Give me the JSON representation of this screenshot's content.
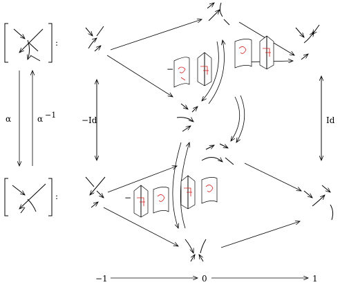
{
  "labels": {
    "colon": ":",
    "alpha": "α",
    "alpha_inverse": "α",
    "inverse_exp": "−1",
    "minus_id": "−Id",
    "id": "Id",
    "axis_left": "−1",
    "axis_mid": "0",
    "axis_right": "1",
    "foam_minus_top": "−",
    "foam_minus_bottom": "−"
  }
}
